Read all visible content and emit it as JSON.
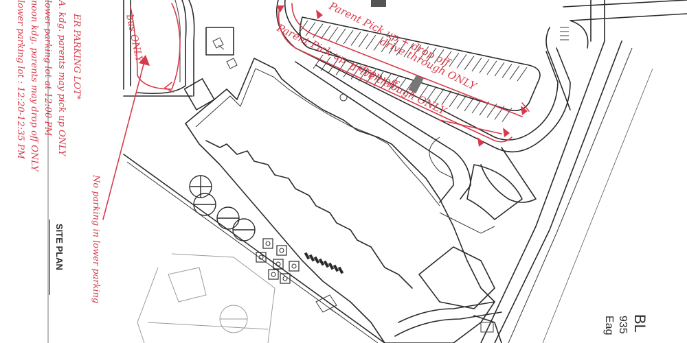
{
  "map": {
    "side_note": {
      "heading": "ER PARKING LOT*",
      "lines": [
        "A.  kdg. parents may pick up ONLY",
        "     lower parking lot at 12:00 PM",
        "     noon kdg. parents may drop off ONLY",
        "     lower parking lot : 12:20-12:35 PM"
      ]
    },
    "bus_label": "bus ONLY",
    "no_parking_note": "No parking in lower parking",
    "drive_labels": [
      "Parent Pick up + drop off",
      "Parent Pick up + drop off",
      "drive through ONLY",
      "drive through ONLY"
    ],
    "site_plan_label": "SITE PLAN",
    "title_block": {
      "name_fragment": "BL",
      "address_fragment": "935",
      "city_fragment": "Eag"
    },
    "colors": {
      "annotation": "#d83a4a",
      "linework": "#2a2a2a"
    }
  }
}
